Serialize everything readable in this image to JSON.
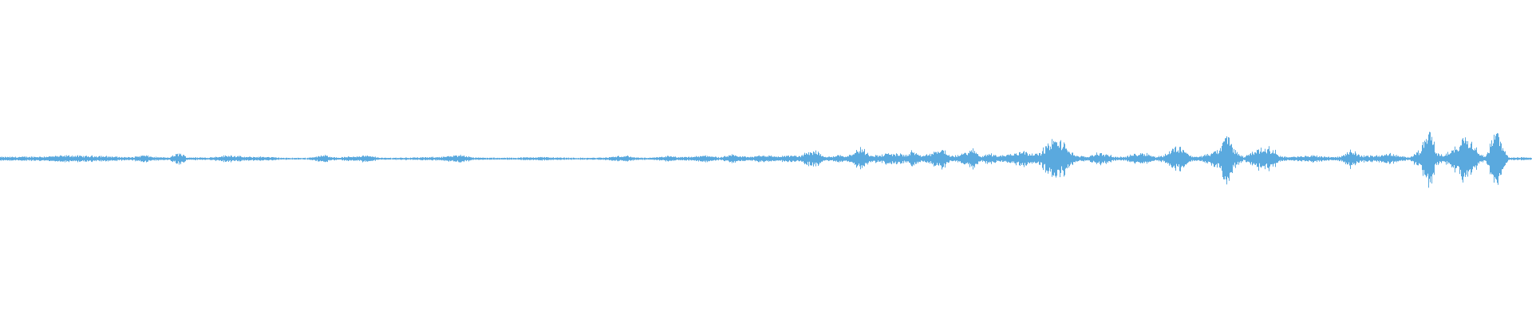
{
  "colors": {
    "background": "#ffffff",
    "waveform": "#5aa9de"
  },
  "chart_data": {
    "type": "area",
    "title": "",
    "xlabel": "",
    "ylabel": "",
    "grid": false,
    "legend": "none",
    "ylim": [
      -1,
      1
    ],
    "series": [
      {
        "points": [
          [
            0.0,
            0.012
          ],
          [
            0.01,
            0.013
          ],
          [
            0.02,
            0.014
          ],
          [
            0.03,
            0.016
          ],
          [
            0.04,
            0.02
          ],
          [
            0.046,
            0.022
          ],
          [
            0.055,
            0.018
          ],
          [
            0.065,
            0.02
          ],
          [
            0.075,
            0.014
          ],
          [
            0.085,
            0.01
          ],
          [
            0.094,
            0.024
          ],
          [
            0.1,
            0.012
          ],
          [
            0.11,
            0.008
          ],
          [
            0.117,
            0.04
          ],
          [
            0.122,
            0.01
          ],
          [
            0.135,
            0.008
          ],
          [
            0.15,
            0.024
          ],
          [
            0.16,
            0.012
          ],
          [
            0.172,
            0.014
          ],
          [
            0.185,
            0.006
          ],
          [
            0.2,
            0.006
          ],
          [
            0.212,
            0.024
          ],
          [
            0.22,
            0.008
          ],
          [
            0.238,
            0.022
          ],
          [
            0.25,
            0.006
          ],
          [
            0.265,
            0.008
          ],
          [
            0.28,
            0.01
          ],
          [
            0.295,
            0.018
          ],
          [
            0.302,
            0.026
          ],
          [
            0.31,
            0.008
          ],
          [
            0.325,
            0.006
          ],
          [
            0.34,
            0.008
          ],
          [
            0.352,
            0.012
          ],
          [
            0.365,
            0.008
          ],
          [
            0.38,
            0.006
          ],
          [
            0.395,
            0.008
          ],
          [
            0.408,
            0.022
          ],
          [
            0.415,
            0.008
          ],
          [
            0.425,
            0.006
          ],
          [
            0.435,
            0.018
          ],
          [
            0.445,
            0.01
          ],
          [
            0.455,
            0.016
          ],
          [
            0.462,
            0.024
          ],
          [
            0.47,
            0.008
          ],
          [
            0.478,
            0.026
          ],
          [
            0.483,
            0.018
          ],
          [
            0.49,
            0.012
          ],
          [
            0.496,
            0.026
          ],
          [
            0.502,
            0.02
          ],
          [
            0.508,
            0.016
          ],
          [
            0.515,
            0.022
          ],
          [
            0.522,
            0.018
          ],
          [
            0.528,
            0.048
          ],
          [
            0.533,
            0.06
          ],
          [
            0.538,
            0.012
          ],
          [
            0.543,
            0.016
          ],
          [
            0.548,
            0.028
          ],
          [
            0.552,
            0.018
          ],
          [
            0.558,
            0.044
          ],
          [
            0.562,
            0.08
          ],
          [
            0.567,
            0.03
          ],
          [
            0.574,
            0.022
          ],
          [
            0.58,
            0.038
          ],
          [
            0.587,
            0.034
          ],
          [
            0.592,
            0.024
          ],
          [
            0.596,
            0.06
          ],
          [
            0.6,
            0.018
          ],
          [
            0.606,
            0.03
          ],
          [
            0.611,
            0.05
          ],
          [
            0.616,
            0.07
          ],
          [
            0.62,
            0.016
          ],
          [
            0.626,
            0.024
          ],
          [
            0.632,
            0.052
          ],
          [
            0.636,
            0.062
          ],
          [
            0.64,
            0.016
          ],
          [
            0.646,
            0.036
          ],
          [
            0.652,
            0.02
          ],
          [
            0.658,
            0.028
          ],
          [
            0.664,
            0.04
          ],
          [
            0.668,
            0.06
          ],
          [
            0.672,
            0.04
          ],
          [
            0.678,
            0.03
          ],
          [
            0.684,
            0.1
          ],
          [
            0.689,
            0.13
          ],
          [
            0.694,
            0.11
          ],
          [
            0.698,
            0.062
          ],
          [
            0.703,
            0.018
          ],
          [
            0.71,
            0.014
          ],
          [
            0.716,
            0.04
          ],
          [
            0.722,
            0.032
          ],
          [
            0.728,
            0.012
          ],
          [
            0.735,
            0.014
          ],
          [
            0.742,
            0.036
          ],
          [
            0.748,
            0.04
          ],
          [
            0.754,
            0.012
          ],
          [
            0.76,
            0.024
          ],
          [
            0.766,
            0.072
          ],
          [
            0.772,
            0.084
          ],
          [
            0.777,
            0.02
          ],
          [
            0.782,
            0.012
          ],
          [
            0.79,
            0.036
          ],
          [
            0.796,
            0.06
          ],
          [
            0.801,
            0.175
          ],
          [
            0.806,
            0.06
          ],
          [
            0.812,
            0.012
          ],
          [
            0.818,
            0.05
          ],
          [
            0.825,
            0.078
          ],
          [
            0.831,
            0.066
          ],
          [
            0.836,
            0.018
          ],
          [
            0.842,
            0.012
          ],
          [
            0.85,
            0.016
          ],
          [
            0.858,
            0.024
          ],
          [
            0.864,
            0.016
          ],
          [
            0.87,
            0.012
          ],
          [
            0.876,
            0.016
          ],
          [
            0.882,
            0.064
          ],
          [
            0.888,
            0.022
          ],
          [
            0.895,
            0.02
          ],
          [
            0.902,
            0.024
          ],
          [
            0.908,
            0.036
          ],
          [
            0.914,
            0.016
          ],
          [
            0.92,
            0.012
          ],
          [
            0.926,
            0.05
          ],
          [
            0.93,
            0.11
          ],
          [
            0.934,
            0.198
          ],
          [
            0.938,
            0.04
          ],
          [
            0.943,
            0.024
          ],
          [
            0.948,
            0.06
          ],
          [
            0.953,
            0.11
          ],
          [
            0.957,
            0.185
          ],
          [
            0.961,
            0.12
          ],
          [
            0.965,
            0.05
          ],
          [
            0.97,
            0.012
          ],
          [
            0.975,
            0.15
          ],
          [
            0.978,
            0.19
          ],
          [
            0.981,
            0.08
          ],
          [
            0.985,
            0.012
          ],
          [
            0.99,
            0.008
          ],
          [
            0.995,
            0.01
          ],
          [
            1.0,
            0.008
          ]
        ]
      }
    ]
  }
}
